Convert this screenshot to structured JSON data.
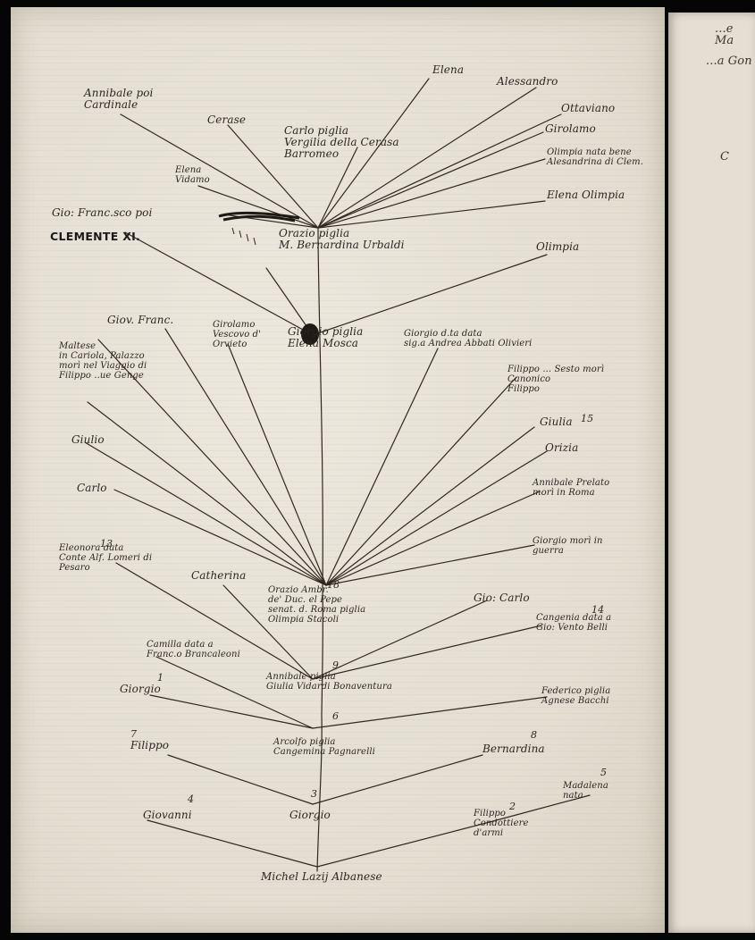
{
  "margin_notes": [
    "...e Ma",
    "...a Gon",
    "C"
  ],
  "generation_numbers": [
    "18",
    "14",
    "9",
    "6",
    "5",
    "4",
    "3",
    "7",
    "8",
    "13",
    "1",
    "2",
    "15"
  ],
  "people": {
    "clemente_xi": "CLEMENTE XI.",
    "gio_francesco": "Gio: Franc.sco poi",
    "annibale_cardinale": "Annibale poi\nCardinale",
    "cerase": "Cerase",
    "elena_top": "Elena",
    "alessandro": "Alessandro",
    "carlo": "Carlo piglia\nVergilia della Cerasa\nBarromeo",
    "ottaviano": "Ottaviano",
    "girolamo_top": "Girolamo",
    "olimpia_nunc": "Olimpia nata bene\nAlesandrina di Clem.",
    "elena_vedova": "Elena\nVidamo",
    "elena_olimpia": "Elena Olimpia",
    "orazio": "Orazio piglia\nM. Bernardina Urbaldi",
    "olimpia_mid": "Olimpia",
    "giorgio_mid": "Giorgio piglia\nElena Mosca",
    "girolamo_mid": "Girolamo\nVescovo d'\nOrvieto",
    "giov_franc_mid": "Giov. Franc.",
    "giorgio_abbate": "Giorgio d.ta data\nsig.a Andrea Abbati Olivieri",
    "maltesse": "Maltese\nin Cariola, Palazzo\nmorì nel Viaggio di\nFilippo ..ue Genge",
    "filippo_mid": "Filippo ... Sesto morì\nCanonico\nFilippo",
    "giulia": "Giulia",
    "giulio": "Giulio",
    "orizia": "Orizia",
    "carlo_left": "Carlo",
    "annibale_prelato": "Annibale Prelato\nmorì in Roma",
    "giorgio_guerra": "Giorgio morì in\nguerra",
    "eleonora": "Eleonora data\nConte Alf. Lomeri di\nPesaro",
    "catherina": "Catherina",
    "orazio_ambrosio": "Orazio Ambr.\nde' Duc. el Pepe\nsenat. d. Roma piglia\nOlimpia Stacoli",
    "gio_carlo": "Gio: Carlo",
    "camilla": "Camilla data a\nFranc.o Brancaleoni",
    "cangenia": "Cangenia data a\nGio: Vento Belli",
    "giorgio_left": "Giorgio",
    "annibale_giulia": "Annibale piglia\nGiulia Vidardi Bonaventura",
    "federico": "Federico piglia\nAgnese Bacchi",
    "filippo_low": "Filippo",
    "arcolfo": "Arcolfo piglia\nCangemina Pagnarelli",
    "bernardina": "Bernardina",
    "maddalena": "Madalena\nnata",
    "giovanni": "Giovanni",
    "giorgio_low": "Giorgio",
    "filippo_condottiere": "Filippo\nCondottiere\nd'armi",
    "michele": "Michel Lazij Albanese"
  }
}
